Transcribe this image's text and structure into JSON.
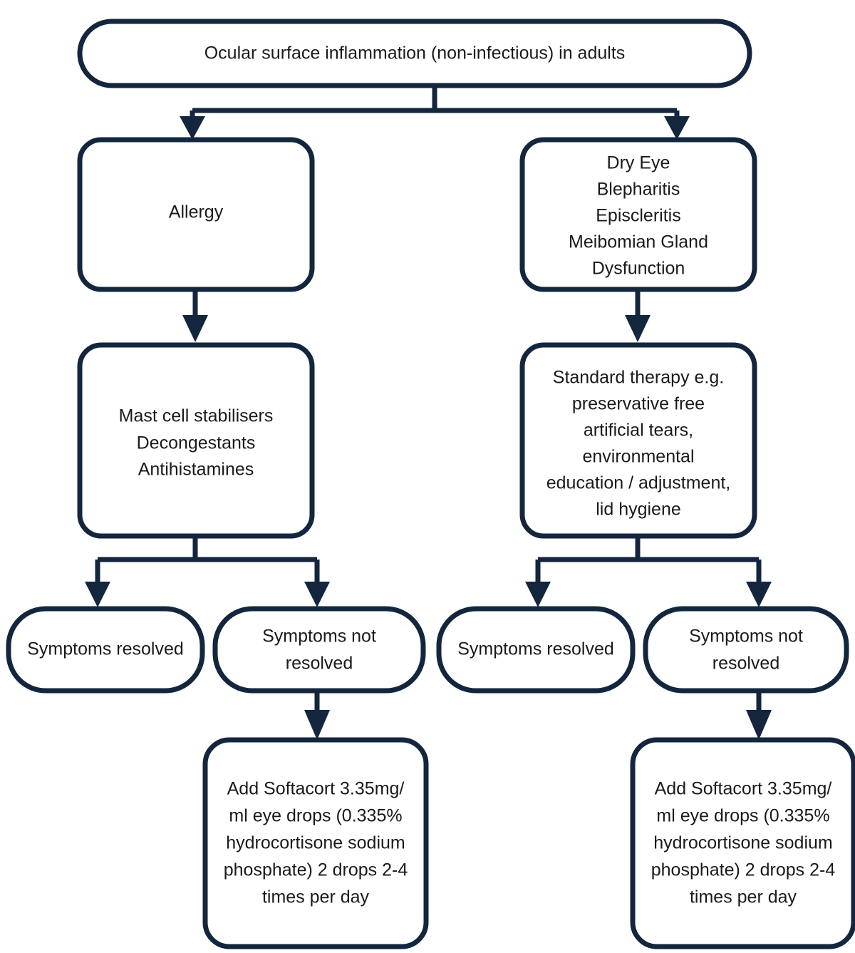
{
  "chart_data": {
    "type": "diagram",
    "title": "Ocular surface inflammation treatment pathway",
    "orientation": "top-down",
    "colors": {
      "stroke": "#13263e",
      "fill": "#ffffff",
      "text": "#1a1a1a"
    }
  },
  "nodes": {
    "root": {
      "id": "root",
      "shape": "stadium",
      "lines": [
        "Ocular surface inflammation (non-infectious) in adults"
      ]
    },
    "allergy": {
      "id": "allergy",
      "shape": "rounded-rect",
      "lines": [
        "Allergy"
      ]
    },
    "dry_eye_group": {
      "id": "dry-eye-group",
      "shape": "rounded-rect",
      "lines": [
        "Dry Eye",
        "Blepharitis",
        "Episcleritis",
        "Meibomian Gland",
        "Dysfunction"
      ]
    },
    "allergy_treatment": {
      "id": "allergy-treatment",
      "shape": "rounded-rect",
      "lines": [
        "Mast cell stabilisers",
        "Decongestants",
        "Antihistamines"
      ]
    },
    "standard_therapy": {
      "id": "standard-therapy",
      "shape": "rounded-rect",
      "lines": [
        "Standard therapy e.g.",
        "preservative free",
        "artificial tears,",
        "environmental",
        "education / adjustment,",
        "lid hygiene"
      ]
    },
    "allergy_resolved": {
      "id": "allergy-symptoms-resolved",
      "shape": "stadium",
      "lines": [
        "Symptoms resolved"
      ]
    },
    "allergy_not_resolved": {
      "id": "allergy-symptoms-not-resolved",
      "shape": "stadium",
      "lines": [
        "Symptoms not",
        "resolved"
      ]
    },
    "dry_resolved": {
      "id": "dry-eye-symptoms-resolved",
      "shape": "stadium",
      "lines": [
        "Symptoms resolved"
      ]
    },
    "dry_not_resolved": {
      "id": "dry-eye-symptoms-not-resolved",
      "shape": "stadium",
      "lines": [
        "Symptoms not",
        "resolved"
      ]
    },
    "softacort_left": {
      "id": "softacort-allergy",
      "shape": "rounded-rect",
      "lines": [
        "Add Softacort 3.35mg/",
        "ml eye drops (0.335%",
        "hydrocortisone sodium",
        "phosphate) 2 drops 2-4",
        "times per day"
      ]
    },
    "softacort_right": {
      "id": "softacort-dry-eye",
      "shape": "rounded-rect",
      "lines": [
        "Add Softacort 3.35mg/",
        "ml eye drops (0.335%",
        "hydrocortisone sodium",
        "phosphate) 2 drops 2-4",
        "times per day"
      ]
    }
  }
}
